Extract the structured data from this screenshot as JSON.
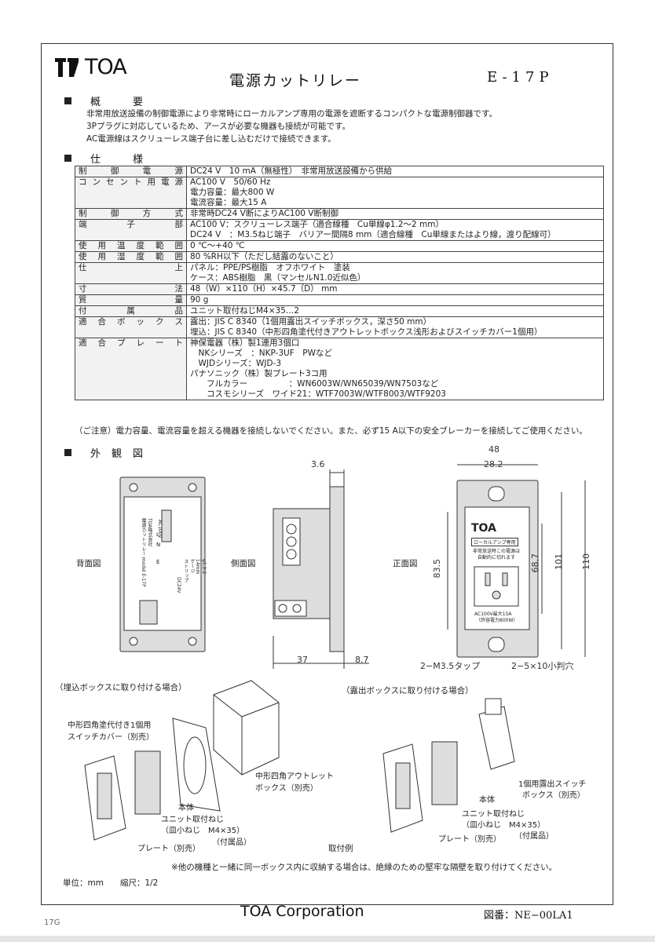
{
  "header": {
    "brand": "TOA",
    "title": "電源カットリレー",
    "model": "E-17P"
  },
  "overview": {
    "heading": "概　要",
    "lines": [
      "非常用放送設備の制御電源により非常時にローカルアンプ専用の電源を遮断するコンパクトな電源制御器です。",
      "3Pプラグに対応しているため、アースが必要な機器も接続が可能です。",
      "AC電源線はスクリューレス端子台に差し込むだけで接続できます。"
    ]
  },
  "spec": {
    "heading": "仕　様",
    "rows": [
      {
        "label": "制御電源",
        "lines": [
          "DC24 V　10 mA（無極性）　非常用放送設備から供給"
        ]
      },
      {
        "label": "コンセント用電源",
        "lines": [
          "AC100 V　50/60 Hz",
          "電力容量：最大800 W",
          "電流容量：最大15 A"
        ]
      },
      {
        "label": "制御方式",
        "lines": [
          "非常時DC24 V断によりAC100 V断制御"
        ]
      },
      {
        "label": "端子部",
        "lines": [
          "AC100 V：スクリューレス端子（適合線種　Cu単線φ1.2〜2 mm）",
          "DC24 V　：M3.5ねじ端子　バリアー間隔8 mm（適合線種　Cu単線またはより線，渡り配線可）"
        ]
      },
      {
        "label": "使用温度範囲",
        "lines": [
          "0 ℃〜+40 ℃"
        ]
      },
      {
        "label": "使用湿度範囲",
        "lines": [
          "80 %RH以下（ただし結露のないこと）"
        ]
      },
      {
        "label": "仕上",
        "lines": [
          "パネル：PPE/PS樹脂　オフホワイト　塗装",
          "ケース：ABS樹脂　黒（マンセルN1.0近似色）"
        ]
      },
      {
        "label": "寸法",
        "lines": [
          "48（W）×110（H）×45.7（D） mm"
        ]
      },
      {
        "label": "質量",
        "lines": [
          "90 g"
        ]
      },
      {
        "label": "付属品",
        "lines": [
          "ユニット取付ねじM4×35…2"
        ]
      },
      {
        "label": "適合ボックス",
        "lines": [
          "露出：JIS C 8340（1個用露出スイッチボックス，深さ50 mm）",
          "埋込：JIS C 8340（中形四角塗代付きアウトレットボックス浅形およびスイッチカバー1個用）"
        ]
      },
      {
        "label": "適合プレート",
        "lines": [
          "神保電器（株）製1連用3個口",
          "　NKシリーズ　：NKP-3UF　PWなど",
          "　WJDシリーズ：WJD-3",
          "パナソニック（株）製プレート3コ用",
          "　　フルカラー　　　　　：WN6003W/WN65039/WN7503など",
          "　　コスモシリーズ　ワイド21：WTF7003W/WTF8003/WTF9203"
        ]
      }
    ],
    "caution": "（ご注意）電力容量、電流容量を超える機器を接続しないでください。また、必ず15 A以下の安全ブレーカーを接続してご使用ください。"
  },
  "appearance": {
    "heading": "外観図",
    "views": {
      "back": "背面図",
      "side": "側面図",
      "front": "正面図"
    },
    "dims": {
      "top48": "48",
      "top28": "28.2",
      "side36": "3.6",
      "d835": "83.5",
      "d687": "68.7",
      "d101": "101",
      "d110": "110",
      "d37": "37",
      "d87": "8.7",
      "tap": "2−M3.5タップ",
      "hole": "2−5×10小判穴"
    },
    "back_labels": {
      "l": "L",
      "n": "N",
      "e": "E",
      "ac": "AC100V",
      "product": "電源カットリレー model E-17P",
      "maker": "TOA株式会社",
      "dc": "DC24V",
      "stripl": "ストリップ",
      "strip2": "ゲージ",
      "mm": "14mm",
      "wire": "φ1.2-2"
    },
    "front_labels": {
      "brand": "TOA",
      "local": "ローカルアンプ専用",
      "warn1": "非常放送時この電源は",
      "warn2": "自動的に切れます",
      "rating1": "AC100V最大15A",
      "rating2": "（許容電力800W）"
    }
  },
  "mounting": {
    "flush_title": "（埋込ボックスに取り付ける場合）",
    "exposed_title": "（露出ボックスに取り付ける場合）",
    "switch_cover": "中形四角塗代付き1個用",
    "switch_cover2": "スイッチカバー（別売）",
    "outlet_box": "中形四角アウトレット",
    "outlet_box2": "ボックス（別売）",
    "body": "本体",
    "screw1": "ユニット取付ねじ",
    "screw2": "（皿小ねじ　M4×35）",
    "accessory": "（付属品）",
    "plate": "プレート（別売）",
    "exposed_box1": "1個用露出スイッチ",
    "exposed_box2": "ボックス（別売）",
    "body2": "本体",
    "screw3": "ユニット取付ねじ",
    "screw4": "（皿小ねじ　M4×35）",
    "accessory2": "（付属品）",
    "plate2": "プレート（別売）",
    "example": "取付例",
    "notice": "※他の機種と一緒に同一ボックス内に収納する場合は、絶縁のための堅牢な隔壁を取り付けてください。"
  },
  "unit": "単位：mm　　縮尺：1/2",
  "footer": {
    "page": "17G",
    "company": "TOA Corporation",
    "drawing": "図番：NE−00LA1"
  }
}
